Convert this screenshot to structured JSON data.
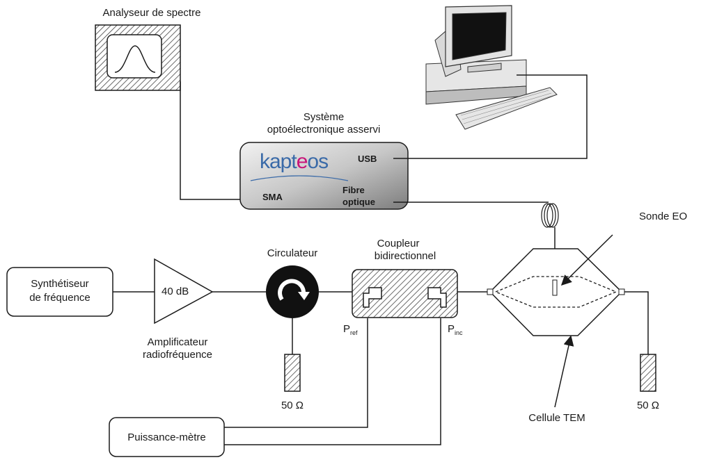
{
  "labels": {
    "spectrum_analyzer": "Analyseur de spectre",
    "opto_system_line1": "Système",
    "opto_system_line2": "optoélectronique asservi",
    "brand_logo": "kapteos",
    "usb_port": "USB",
    "sma_port": "SMA",
    "fiber_line1": "Fibre",
    "fiber_line2": "optique",
    "probe": "Sonde EO",
    "synth_line1": "Synthétiseur",
    "synth_line2": "de fréquence",
    "amplifier_gain": "40 dB",
    "amplifier_line1": "Amplificateur",
    "amplifier_line2": "radiofréquence",
    "circulator": "Circulateur",
    "coupler_line1": "Coupleur",
    "coupler_line2": "bidirectionnel",
    "p_ref_main": "P",
    "p_ref_sub": "ref",
    "p_inc_main": "P",
    "p_inc_sub": "inc",
    "load_left": "50 Ω",
    "load_right": "50 Ω",
    "tem_cell": "Cellule TEM",
    "power_meter": "Puissance-mètre"
  },
  "colors": {
    "line": "#1a1a1a",
    "hatch": "#444444",
    "brand_blue": "#3a6aa8",
    "brand_magenta": "#c8147a"
  }
}
